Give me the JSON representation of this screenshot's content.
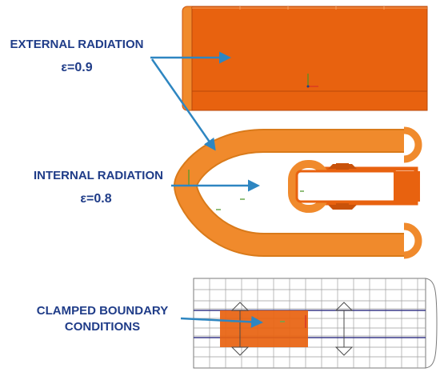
{
  "labels": {
    "external_title": "EXTERNAL RADIATION",
    "external_value": "ε=0.9",
    "internal_title": "INTERNAL RADIATION",
    "internal_value": "ε=0.8",
    "clamped_line1": "CLAMPED BOUNDARY",
    "clamped_line2": "CONDITIONS"
  },
  "colors": {
    "label_text": "#1f3c88",
    "arrow": "#2e86c1",
    "orange_fill": "#e8620f",
    "orange_light": "#f08a2c",
    "mesh_line": "#8a8a8a"
  }
}
